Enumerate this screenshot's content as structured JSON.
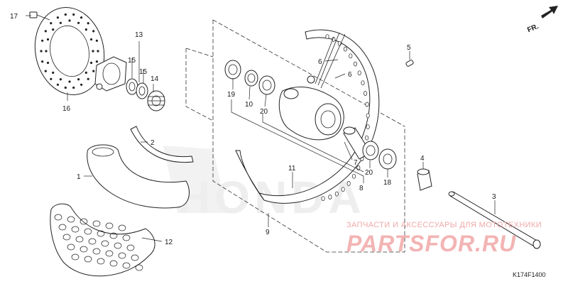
{
  "direction_label": "FR.",
  "diagram_code": "K174F1400",
  "watermark": {
    "tagline": "ЗАПЧАСТИ И АКСЕССУАРЫ ДЛЯ МОТОТЕХНИКИ",
    "brand": "PARTSFOR.RU",
    "logo_text": "HONDA"
  },
  "callouts": {
    "p17": "17",
    "p13": "13",
    "p15a": "15",
    "p15b": "15",
    "p14": "14",
    "p16": "16",
    "p2": "2",
    "p1": "1",
    "p12": "12",
    "p6a": "6",
    "p6b": "6",
    "p19": "19",
    "p10": "10",
    "p20a": "20",
    "p7": "7",
    "p20b": "20",
    "p18": "18",
    "p8": "8",
    "p11": "11",
    "p9": "9",
    "p5": "5",
    "p4": "4",
    "p3": "3"
  }
}
